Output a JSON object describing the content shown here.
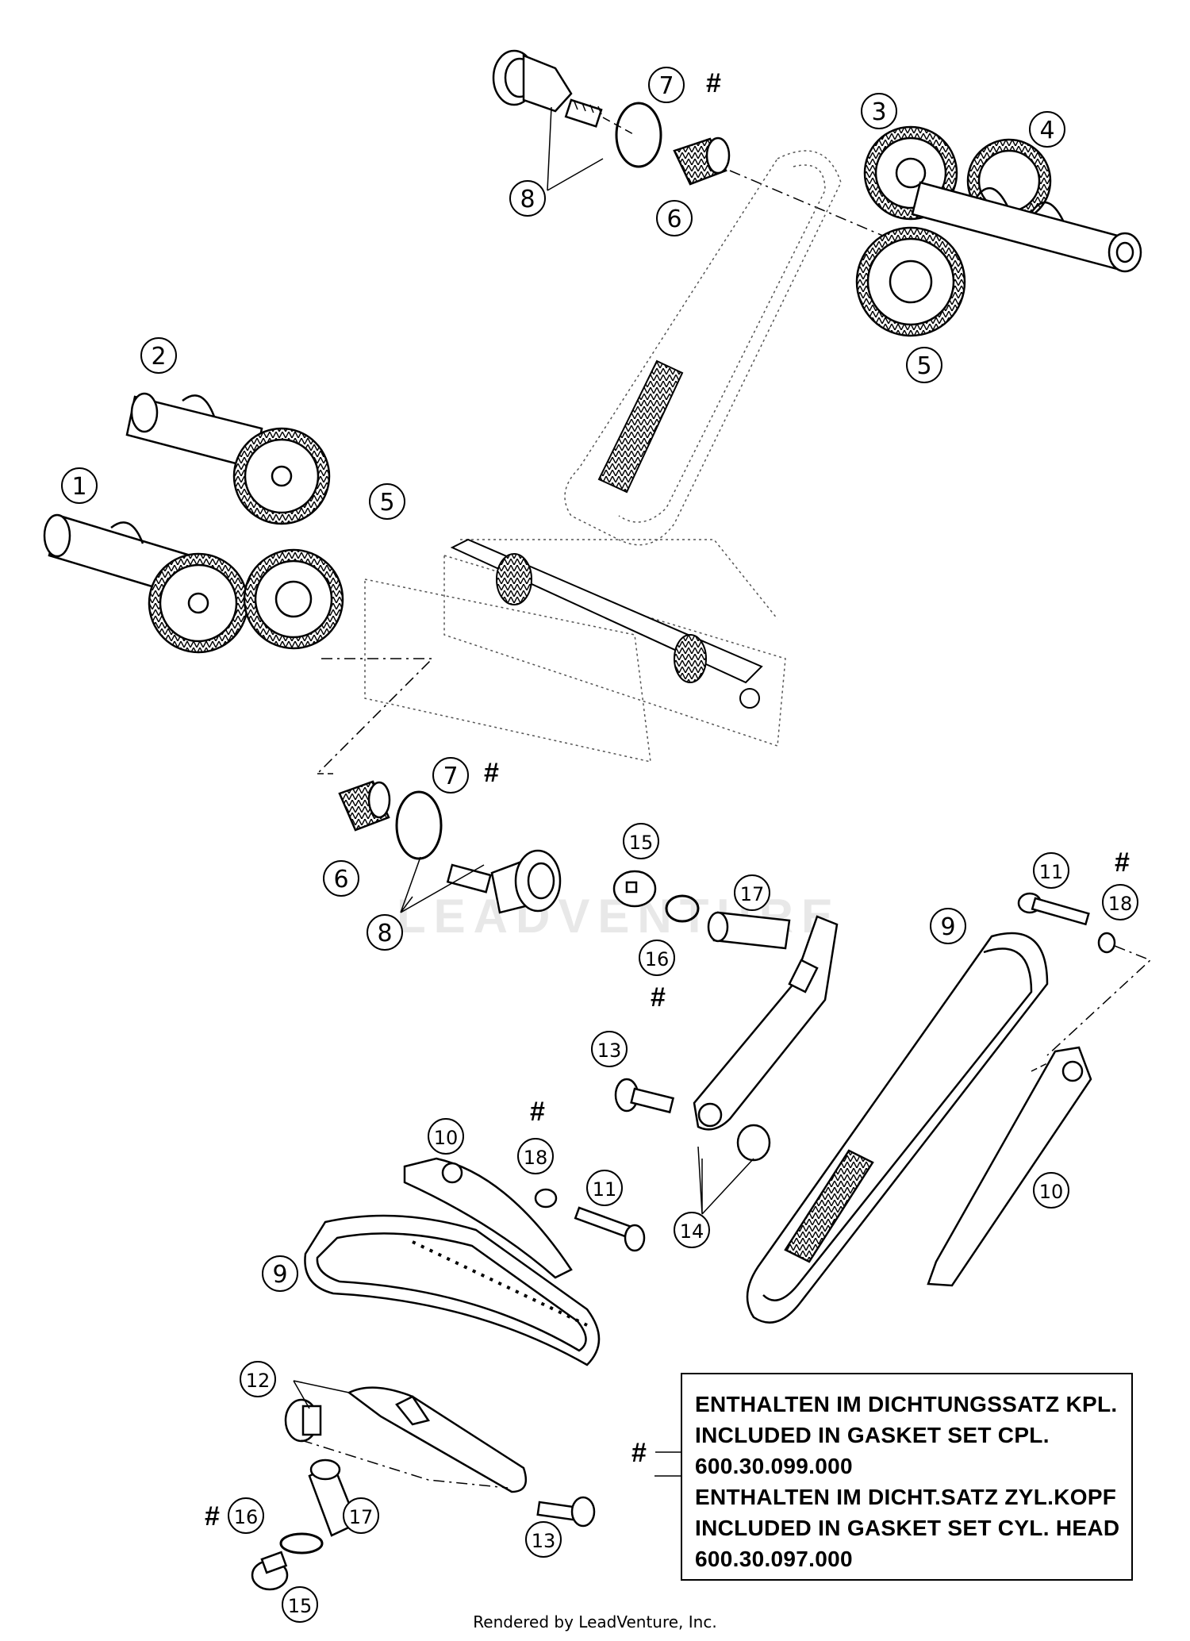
{
  "diagram": {
    "callouts": {
      "c1": "1",
      "c2": "2",
      "c3": "3",
      "c4": "4",
      "c5a": "5",
      "c5b": "5",
      "c6a": "6",
      "c6b": "6",
      "c7a": "7",
      "c7b": "7",
      "c8a": "8",
      "c8b": "8",
      "c9a": "9",
      "c9b": "9",
      "c10a": "10",
      "c10b": "10",
      "c11a": "11",
      "c11b": "11",
      "c12": "12",
      "c13a": "13",
      "c13b": "13",
      "c14": "14",
      "c15a": "15",
      "c15b": "15",
      "c16a": "16",
      "c16b": "16",
      "c17a": "17",
      "c17b": "17",
      "c18a": "18",
      "c18b": "18"
    },
    "hash_symbol": "#"
  },
  "legend": {
    "line1": "ENTHALTEN IM DICHTUNGSSATZ KPL.",
    "line2": "INCLUDED IN GASKET SET CPL.",
    "line3": "600.30.099.000",
    "line4": "ENTHALTEN IM DICHT.SATZ ZYL.KOPF",
    "line5": "INCLUDED IN GASKET SET CYL. HEAD",
    "line6": "600.30.097.000",
    "marker": "#"
  },
  "watermark": "LEADVENTURE",
  "footer": "Rendered by LeadVenture, Inc."
}
